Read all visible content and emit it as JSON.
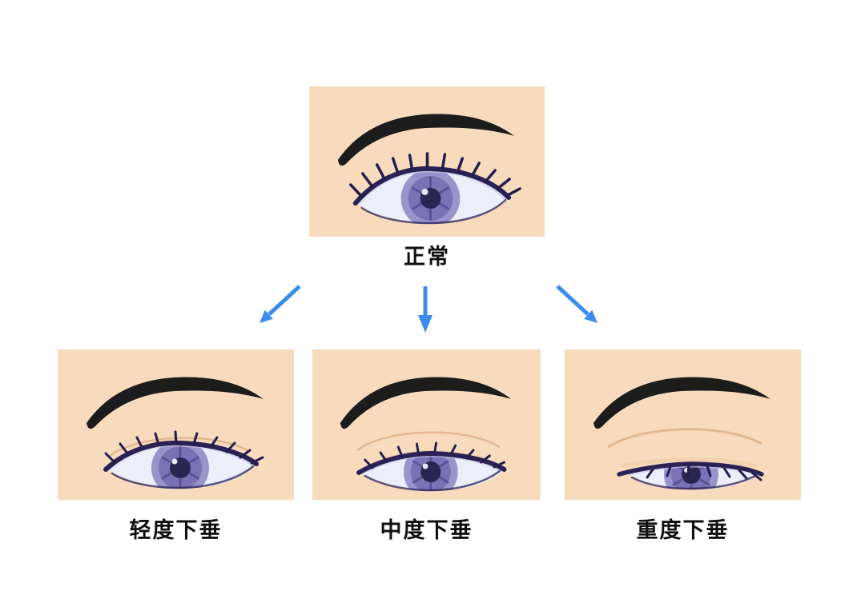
{
  "diagram": {
    "type": "classification-flow",
    "root": {
      "id": "normal",
      "label": "正常",
      "illustration": "normal-open-eye"
    },
    "children": [
      {
        "id": "mild",
        "label": "轻度下垂",
        "illustration": "mild-ptosis-eye"
      },
      {
        "id": "moderate",
        "label": "中度下垂",
        "illustration": "moderate-ptosis-eye"
      },
      {
        "id": "severe",
        "label": "重度下垂",
        "illustration": "severe-ptosis-eye"
      }
    ],
    "arrows": [
      "down-left-arrow",
      "down-arrow",
      "down-right-arrow"
    ],
    "colors": {
      "background": "#ffffff",
      "panel_skin": "#f8dbbd",
      "arrow_blue": "#3c8cee",
      "eyebrow": "#1c1c1c",
      "eye_outline": "#2a2154",
      "sclera": "#eceef9",
      "iris_outer": "#9a94cd",
      "iris_inner": "#7b72b5",
      "pupil": "#2b2552",
      "crease": "#ddb28a",
      "label_text": "#101010"
    }
  }
}
